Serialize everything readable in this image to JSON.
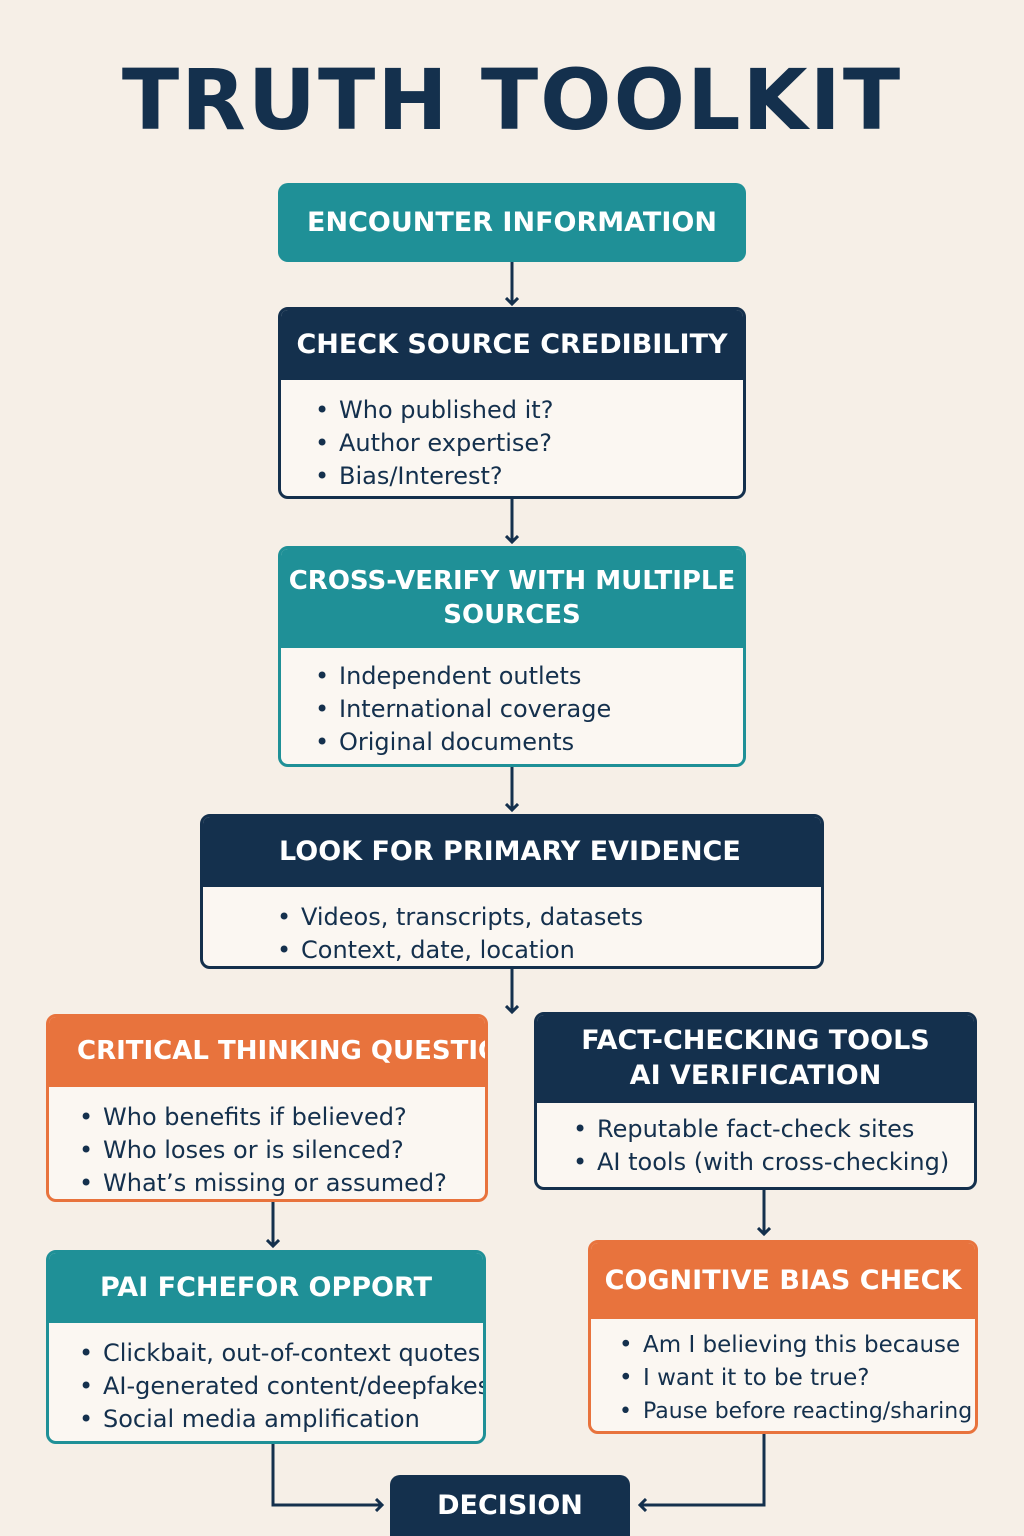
{
  "title": "TRUTH TOOLKIT",
  "steps": {
    "encounter": {
      "heading": "ENCOUNTER INFORMATION"
    },
    "source": {
      "heading": "CHECK SOURCE CREDIBILITY",
      "items": [
        "Who published it?",
        "Author expertise?",
        "Bias/Interest?"
      ]
    },
    "cross": {
      "heading_line1": "CROSS-VERIFY WITH MULTIPLE",
      "heading_line2": "SOURCES",
      "items": [
        "Independent outlets",
        "International coverage",
        "Original documents"
      ]
    },
    "primary": {
      "heading": "LOOK FOR PRIMARY EVIDENCE",
      "items": [
        "Videos, transcripts, datasets",
        "Context, date, location"
      ]
    },
    "critical": {
      "heading": "CRITICAL THINKING QUESTION",
      "items": [
        "Who benefits if believed?",
        "Who loses or is silenced?",
        "What’s missing or assumed?"
      ]
    },
    "factcheck": {
      "heading_line1": "FACT-CHECKING TOOLS",
      "heading_line2": "AI VERIFICATION",
      "items": [
        "Reputable fact-check sites",
        "AI tools (with cross-checking)"
      ]
    },
    "pai": {
      "heading": "PAI FCHEFOR OPPORT",
      "items": [
        "Clickbait, out-of-context quotes",
        "AI-generated content/deepfakes",
        "Social media amplification"
      ]
    },
    "bias": {
      "heading": "COGNITIVE BIAS CHECK",
      "items": [
        "Am I believing this because",
        "I want it to be true?",
        "Pause before reacting/sharing"
      ]
    },
    "decision": {
      "heading": "DECISION"
    }
  },
  "colors": {
    "navy": "#14304d",
    "teal": "#1f9097",
    "orange": "#e8733d",
    "background": "#f6efe7"
  }
}
